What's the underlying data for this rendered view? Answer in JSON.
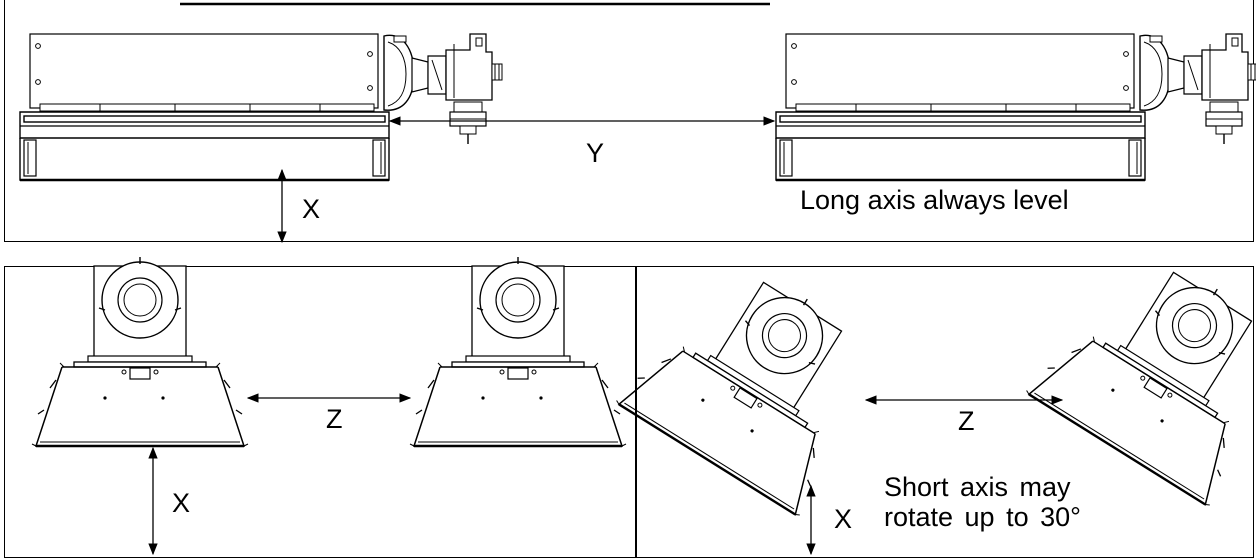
{
  "top_panel": {
    "y_label": "Y",
    "x_label": "X",
    "note": "Long axis always level"
  },
  "bottom_left_panel": {
    "z_label": "Z",
    "x_label": "X"
  },
  "bottom_right_panel": {
    "z_label": "Z",
    "x_label": "X",
    "note_line1": "Short axis may",
    "note_line2": "rotate up to 30°"
  }
}
